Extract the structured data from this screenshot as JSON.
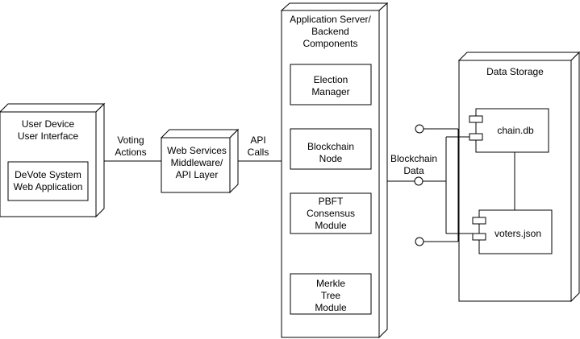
{
  "user_device": {
    "title": "User Device\nUser Interface",
    "component": "DeVote System\nWeb Application"
  },
  "connector_voting": "Voting\nActions",
  "web_services": {
    "title": "Web Services\nMiddleware/\nAPI Layer"
  },
  "connector_api": "API\nCalls",
  "app_server": {
    "title": "Application Server/\nBackend\nComponents",
    "components": [
      "Election\nManager",
      "Blockchain\nNode",
      "PBFT\nConsensus\nModule",
      "Merkle\nTree\nModule"
    ]
  },
  "connector_blockchain": "Blockchain\nData",
  "data_storage": {
    "title": "Data Storage",
    "files": [
      "chain.db",
      "voters.json"
    ]
  },
  "colors": {
    "line": "#000000",
    "background": "#ffffff"
  }
}
